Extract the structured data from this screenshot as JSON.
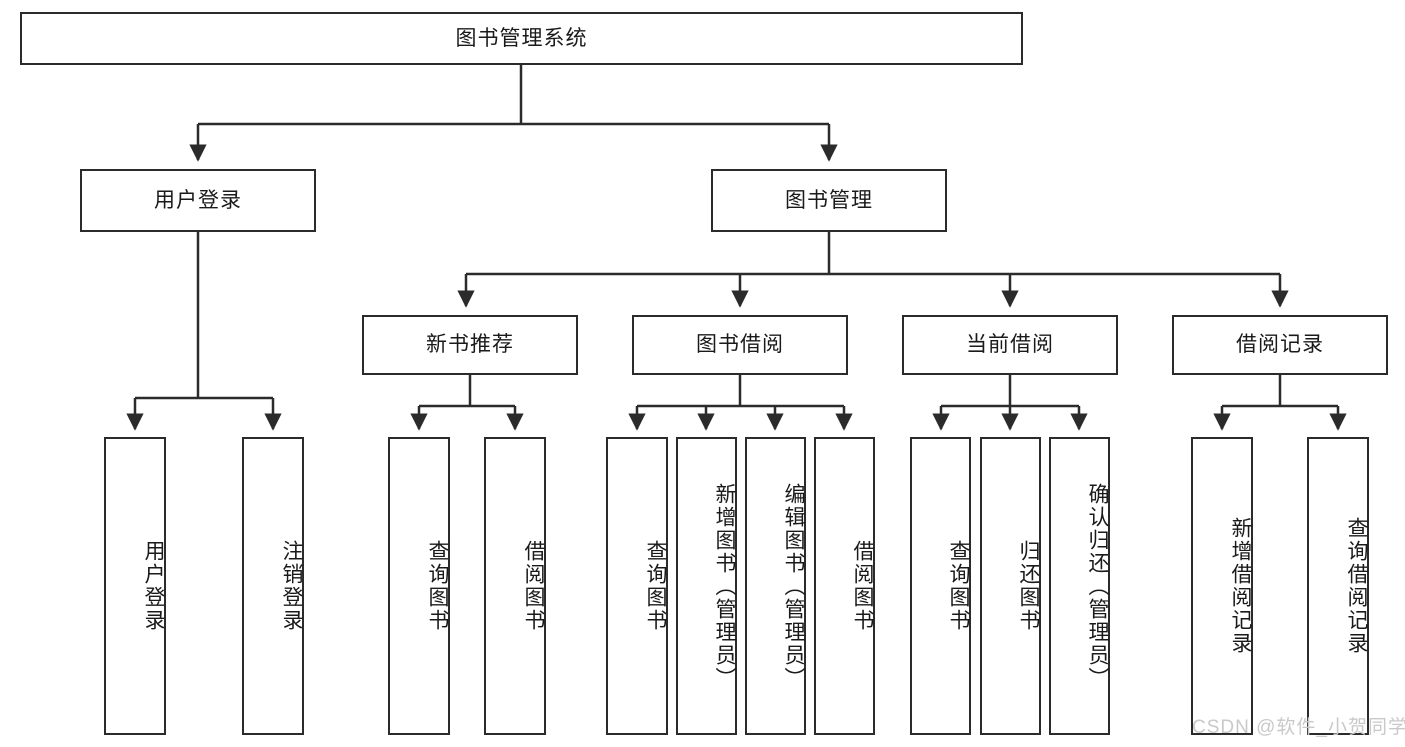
{
  "diagram": {
    "type": "tree-hierarchy",
    "title": "图书管理系统",
    "root": {
      "id": "root",
      "label": "图书管理系统"
    },
    "level2": [
      {
        "id": "user-login",
        "label": "用户登录"
      },
      {
        "id": "book-manage",
        "label": "图书管理"
      }
    ],
    "level3": [
      {
        "id": "new-book-rec",
        "label": "新书推荐",
        "parent": "book-manage"
      },
      {
        "id": "book-borrow",
        "label": "图书借阅",
        "parent": "book-manage"
      },
      {
        "id": "current-borrow",
        "label": "当前借阅",
        "parent": "book-manage"
      },
      {
        "id": "borrow-record",
        "label": "借阅记录",
        "parent": "book-manage"
      }
    ],
    "leaves": [
      {
        "id": "leaf-user-login",
        "label": "用户登录",
        "parent": "user-login"
      },
      {
        "id": "leaf-user-logout",
        "label": "注销登录",
        "parent": "user-login"
      },
      {
        "id": "leaf-query-book-1",
        "label": "查询图书",
        "parent": "new-book-rec"
      },
      {
        "id": "leaf-borrow-book-1",
        "label": "借阅图书",
        "parent": "new-book-rec"
      },
      {
        "id": "leaf-query-book-2",
        "label": "查询图书",
        "parent": "book-borrow"
      },
      {
        "id": "leaf-add-book",
        "label": "新增图书（管理员）",
        "parent": "book-borrow"
      },
      {
        "id": "leaf-edit-book",
        "label": "编辑图书（管理员）",
        "parent": "book-borrow"
      },
      {
        "id": "leaf-borrow-book-2",
        "label": "借阅图书",
        "parent": "book-borrow"
      },
      {
        "id": "leaf-query-book-3",
        "label": "查询图书",
        "parent": "current-borrow"
      },
      {
        "id": "leaf-return-book",
        "label": "归还图书",
        "parent": "current-borrow"
      },
      {
        "id": "leaf-confirm-return",
        "label": "确认归还（管理员）",
        "parent": "current-borrow"
      },
      {
        "id": "leaf-add-record",
        "label": "新增借阅记录",
        "parent": "borrow-record"
      },
      {
        "id": "leaf-query-record",
        "label": "查询借阅记录",
        "parent": "borrow-record"
      }
    ],
    "colors": {
      "stroke": "#2b2b2b",
      "fill": "#ffffff",
      "text": "#1a1a1a",
      "watermark": "#c9c9c9"
    }
  },
  "watermark": {
    "text": "CSDN @软件_小贺同学"
  }
}
